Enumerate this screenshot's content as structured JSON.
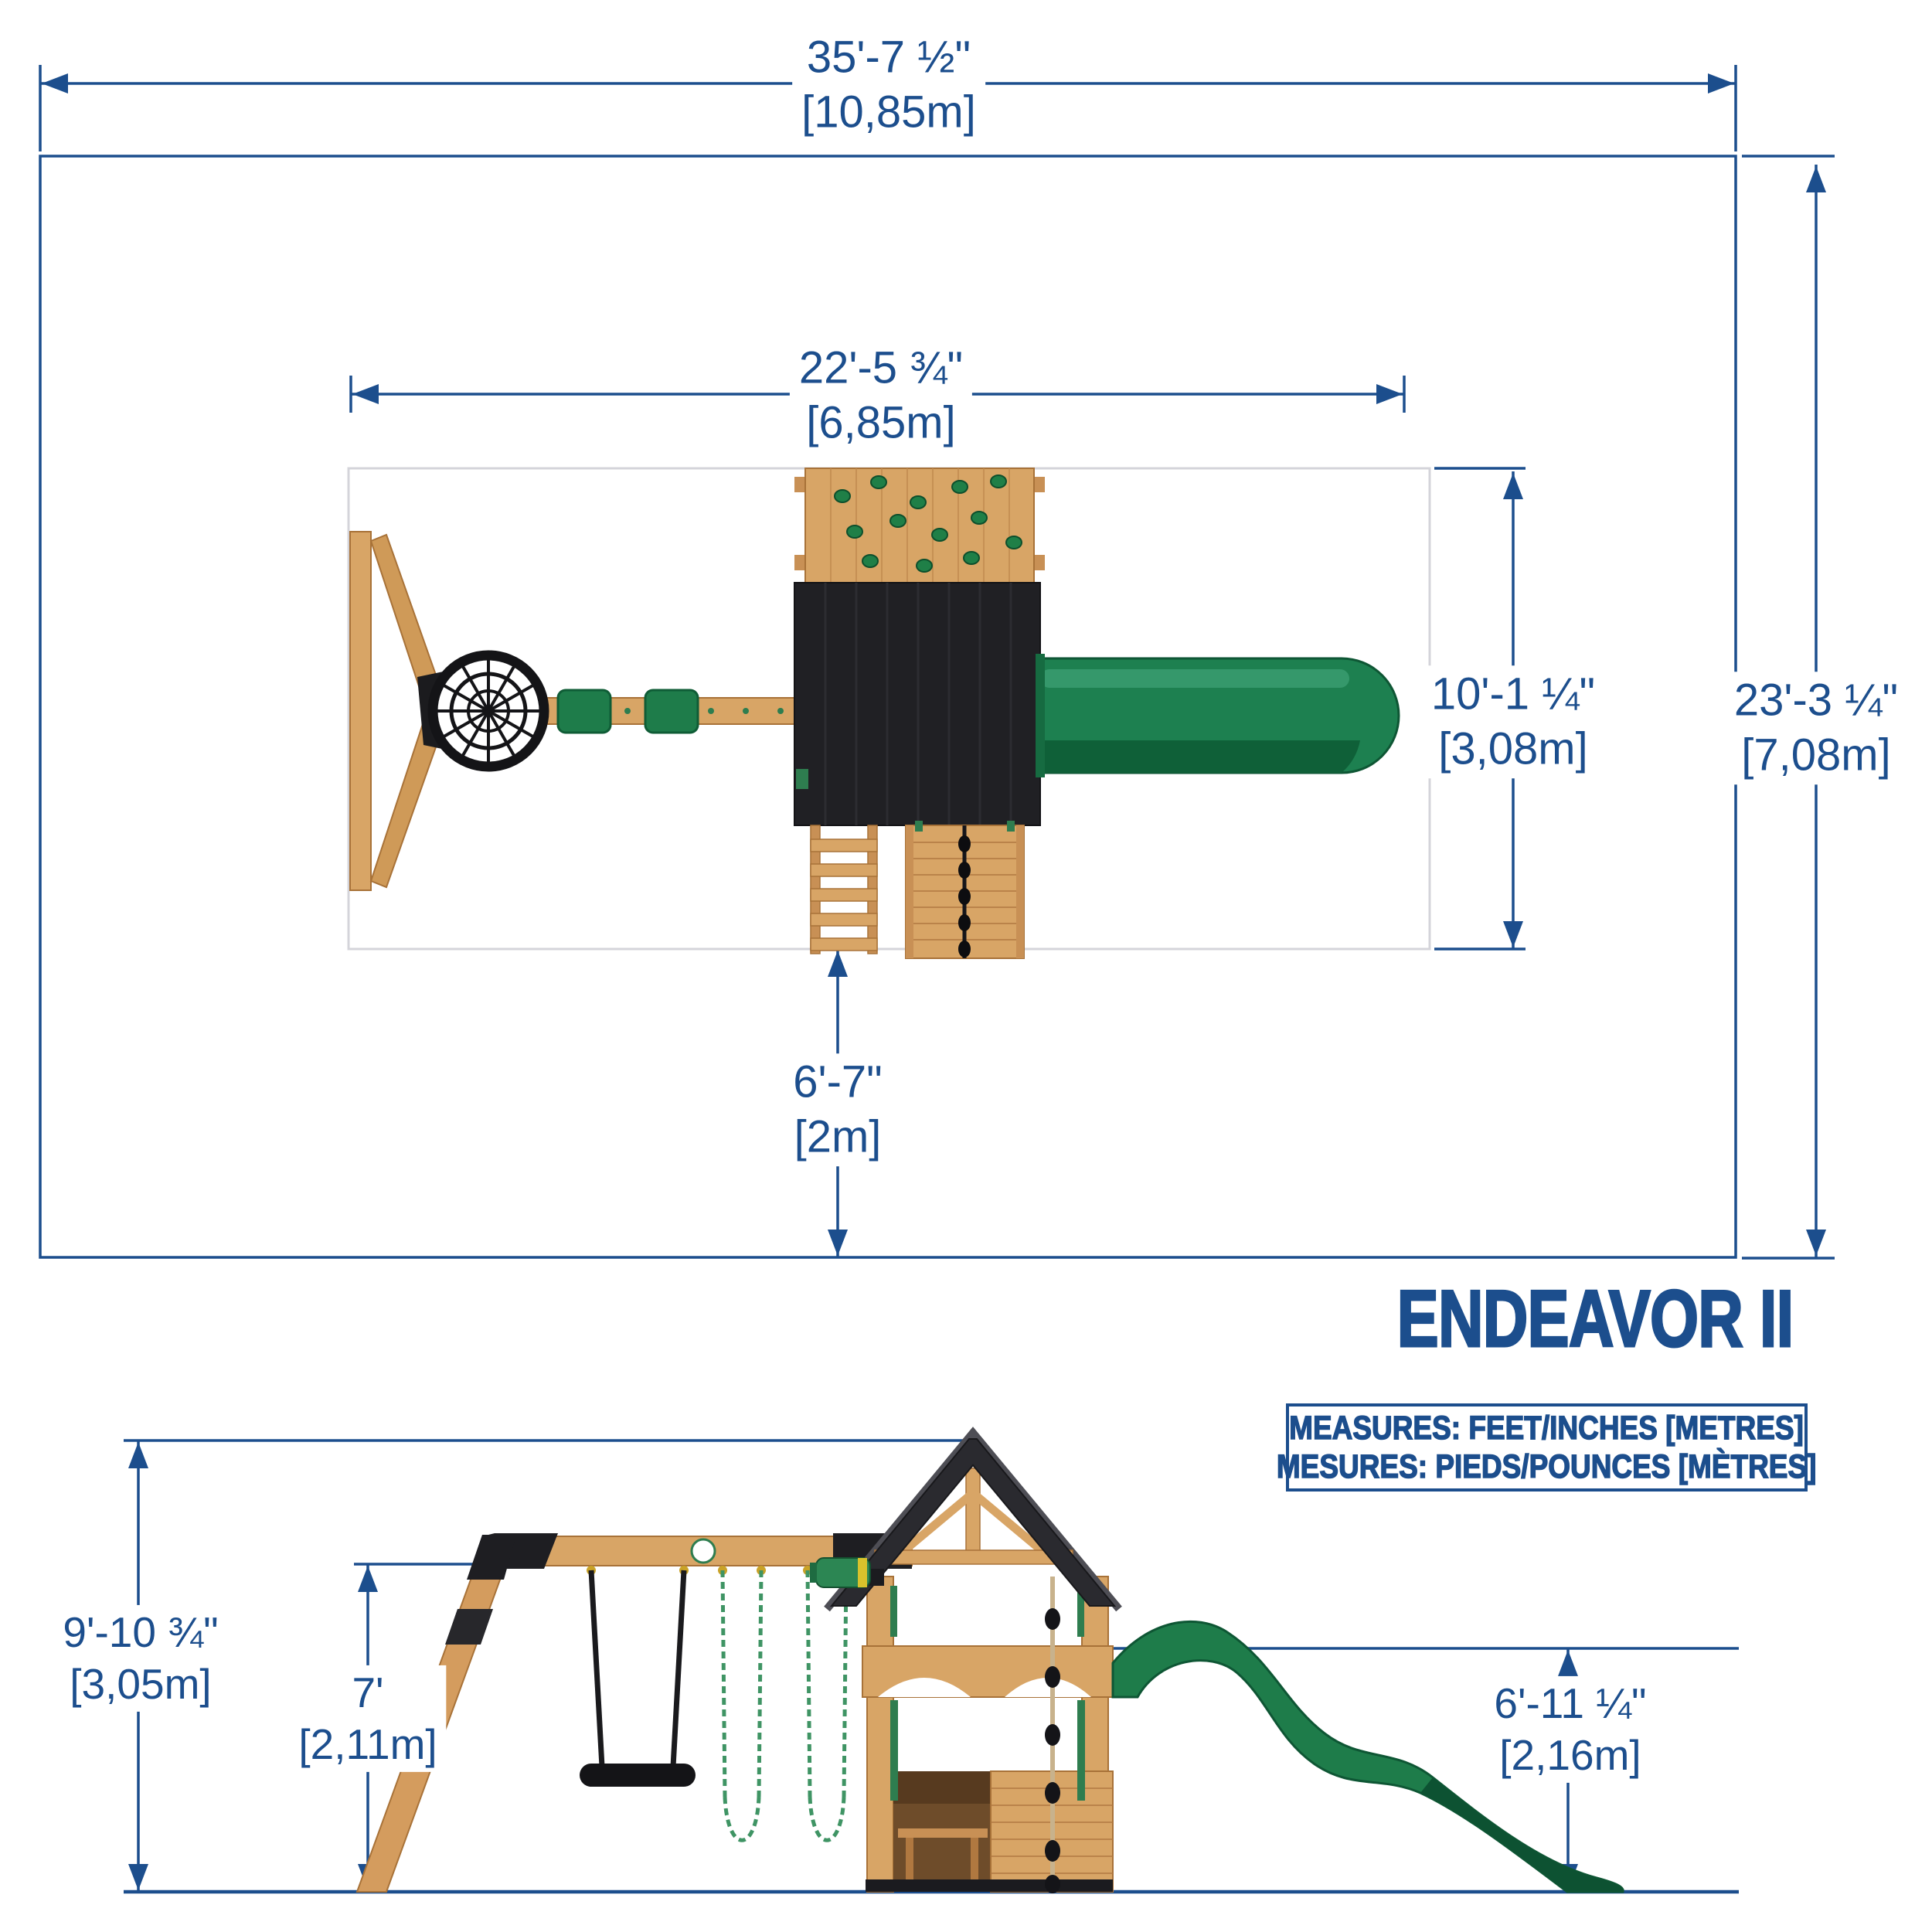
{
  "title": "ENDEAVOR II",
  "legend": {
    "line1": "MEASURES: FEET/INCHES [METRES]",
    "line2": "MESURES: PIEDS/POUNCES [MÈTRES]"
  },
  "top_view": {
    "overall_width_ft": "35'-7 ½\"",
    "overall_width_m": "[10,85m]",
    "overall_depth_ft": "23'-3 ¼\"",
    "overall_depth_m": "[7,08m]",
    "set_width_ft": "22'-5 ¾\"",
    "set_width_m": "[6,85m]",
    "set_depth_ft": "10'-1 ¼\"",
    "set_depth_m": "[3,08m]",
    "clearance_ft": "6'-7\"",
    "clearance_m": "[2m]"
  },
  "side_view": {
    "overall_height_ft": "9'-10 ¾\"",
    "overall_height_m": "[3,05m]",
    "beam_height_ft": "7'",
    "beam_height_m": "[2,11m]",
    "deck_height_ft": "6'-11 ¼\"",
    "deck_height_m": "[2,16m]"
  },
  "colors": {
    "dimension_blue": "#1c4e8d",
    "wood": "#d8a566",
    "wood_dark": "#a87238",
    "roof_black": "#222226",
    "slide_green": "#1e7c4a",
    "chain_green": "#3f9464",
    "play_zone_border": "#d4d4da"
  }
}
